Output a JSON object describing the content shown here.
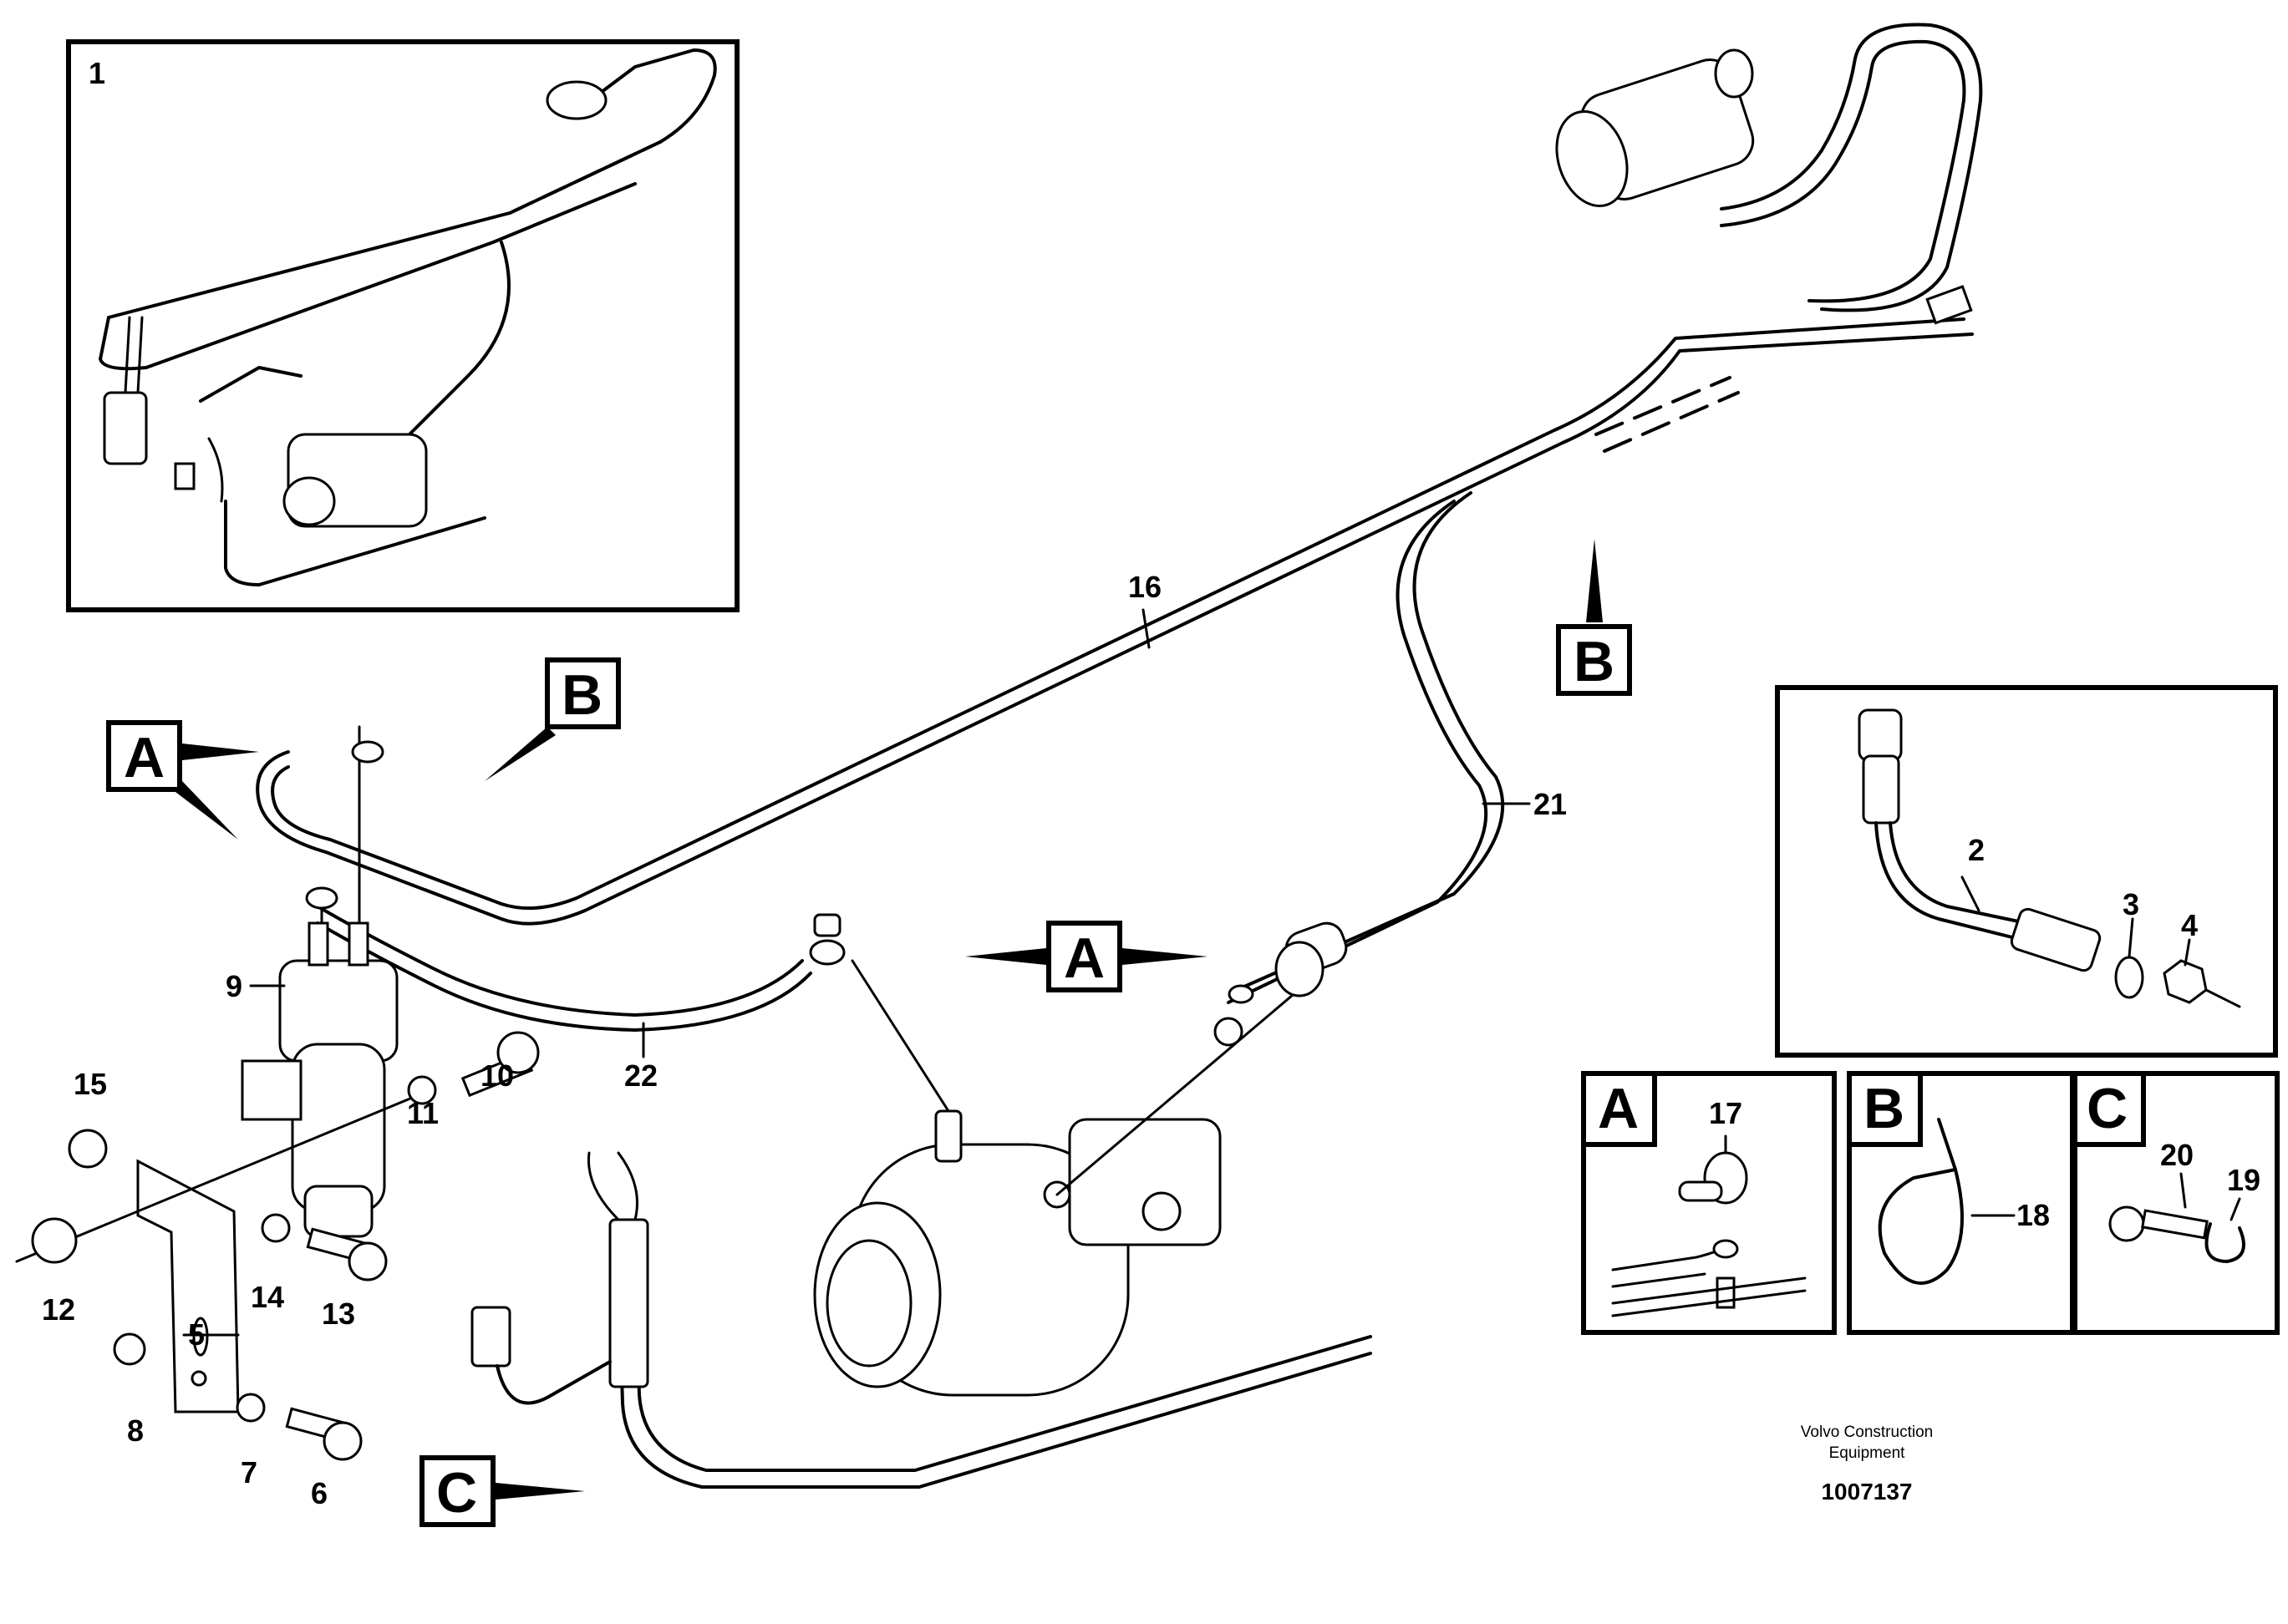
{
  "inset_label": "1",
  "view_letters": {
    "a": "A",
    "b": "B",
    "c": "C"
  },
  "detail_boxes": [
    {
      "letter": "A",
      "items": [
        "17"
      ]
    },
    {
      "letter": "B",
      "items": [
        "18"
      ]
    },
    {
      "letter": "C",
      "items": [
        "20",
        "19"
      ]
    }
  ],
  "detail_2_items": [
    "2",
    "3",
    "4"
  ],
  "callouts": [
    "5",
    "6",
    "7",
    "8",
    "9",
    "10",
    "11",
    "12",
    "13",
    "14",
    "15",
    "16",
    "21",
    "22"
  ],
  "caption": {
    "line1": "Volvo Construction",
    "line2": "Equipment",
    "number": "1007137"
  }
}
